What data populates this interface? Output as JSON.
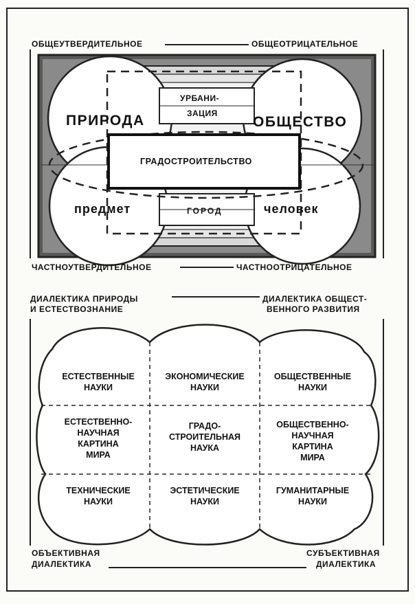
{
  "top": {
    "corners": {
      "top_left": "ОБЩЕУТВЕРДИТЕЛЬНОЕ",
      "top_right": "ОБЩЕОТРИЦАТЕЛЬНОЕ",
      "bottom_left": "ЧАСТНОУТВЕРДИТЕЛЬНОЕ",
      "bottom_right": "ЧАСТНООТРИЦАТЕЛЬНОЕ"
    },
    "circles": {
      "top_left": "ПРИРОДА",
      "top_right": "ОБЩЕСТВО",
      "bottom_left": "предмет",
      "bottom_right": "человек"
    },
    "center_box": "ГРАДОСТРОИТЕЛЬСТВО",
    "top_band": [
      "УРБАНИ-",
      "ЗАЦИЯ"
    ],
    "bottom_band": "ГОРОД"
  },
  "bottom": {
    "headers": {
      "left": [
        "ДИАЛЕКТИКА ПРИРОДЫ",
        "И ЕСТЕСТВОЗНАНИЕ"
      ],
      "right": [
        "ДИАЛЕКТИКА ОБЩЕСТ-",
        "ВЕННОГО РАЗВИТИЯ"
      ]
    },
    "footers": {
      "left": [
        "ОБЪЕКТИВНАЯ",
        "ДИАЛЕКТИКА"
      ],
      "right": [
        "СУБЪЕКТИВНАЯ",
        "ДИАЛЕКТИКА"
      ]
    },
    "grid": [
      [
        [
          "ЕСТЕСТВЕННЫЕ",
          "НАУКИ"
        ],
        [
          "ЭКОНОМИЧЕСКИЕ",
          "НАУКИ"
        ],
        [
          "ОБЩЕСТВЕННЫЕ",
          "НАУКИ"
        ]
      ],
      [
        [
          "ЕСТЕСТВЕННО-",
          "НАУЧНАЯ",
          "КАРТИНА",
          "МИРА"
        ],
        [
          "ГРАДО-",
          "СТРОИТЕЛЬНАЯ",
          "НАУКА"
        ],
        [
          "ОБЩЕСТВЕННО-",
          "НАУЧНАЯ",
          "КАРТИНА",
          "МИРА"
        ]
      ],
      [
        [
          "ТЕХНИЧЕСКИЕ",
          "НАУКИ"
        ],
        [
          "ЭСТЕТИЧЕСКИЕ",
          "НАУКИ"
        ],
        [
          "ГУМАНИТАРНЫЕ",
          "НАУКИ"
        ]
      ]
    ]
  }
}
